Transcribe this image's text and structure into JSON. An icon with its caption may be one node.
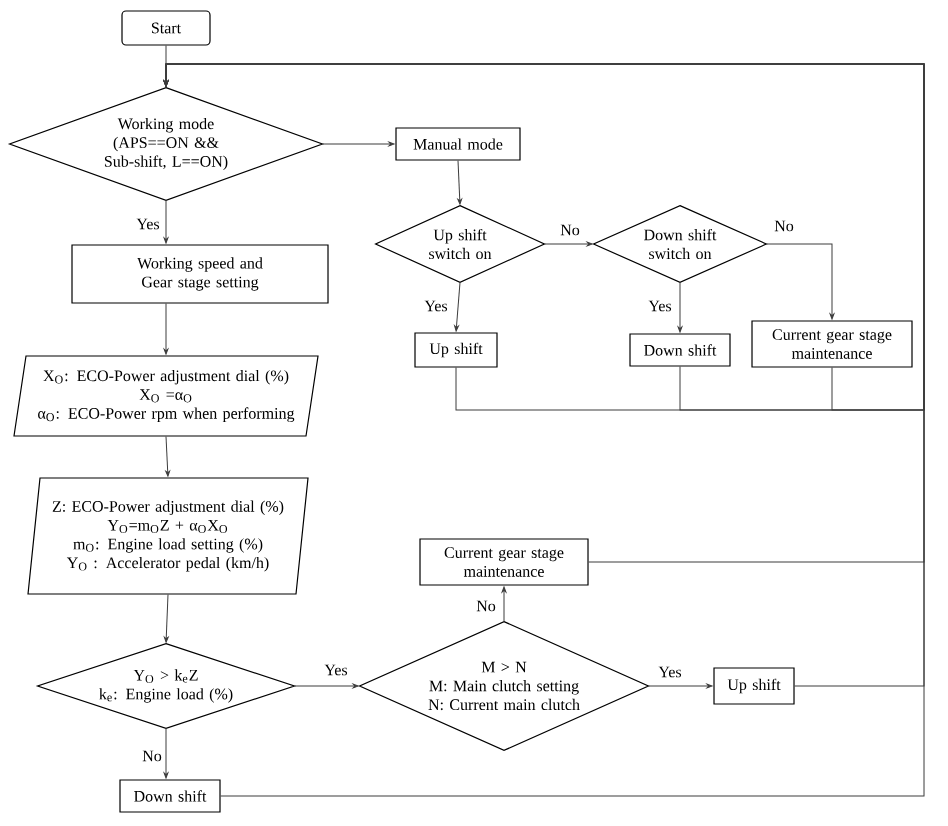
{
  "diagram": {
    "nodes": [
      {
        "text": [
          "Start"
        ]
      },
      {
        "text": [
          "Working mode",
          "(APS==ON && Sub-shift, L==ON)"
        ]
      },
      {
        "text": [
          "Manual mode"
        ]
      },
      {
        "text": [
          "Up shift switch on"
        ]
      },
      {
        "text": [
          "Down shift switch on"
        ]
      },
      {
        "text": [
          "Up shift"
        ]
      },
      {
        "text": [
          "Down shift"
        ]
      },
      {
        "text": [
          "Current gear stage maintenance"
        ]
      },
      {
        "text": [
          "Working speed and Gear stage setting"
        ]
      },
      {
        "text": [
          "X$_{O}$: ECO-Power adjustment dial (%)",
          "X$_{O}$ =α$_{O}$",
          "α$_{O}$: ECO-Power rpm when performing"
        ]
      },
      {
        "text": [
          "Z: ECO-Power adjustment dial (%)",
          "Y$_{O}$=m$_{O}$Z + α$_{O}$X$_{O}$",
          "m$_{O}$: Engine load setting (%)",
          "Y$_{O}$ : Accelerator pedal (km/h)"
        ]
      },
      {
        "text": [
          "Y$_{O}$ > k$_{e}$Z",
          "k$_{e}$: Engine load (%)"
        ]
      },
      {
        "text": [
          "Current gear stage maintenance"
        ]
      },
      {
        "text": [
          "M > N",
          "M: Main clutch setting",
          "N: Current main clutch"
        ]
      },
      {
        "text": [
          "Up shift"
        ]
      },
      {
        "text": [
          "Down shift"
        ]
      }
    ],
    "edges": [
      {
        "from": 0,
        "to": 1,
        "arrow": "to"
      },
      {
        "from": 1,
        "to": 8,
        "arrow": "to",
        "label": "Yes"
      },
      {
        "from": 1,
        "to": 2,
        "arrow": "to"
      },
      {
        "from": 2,
        "to": 3,
        "arrow": "to"
      },
      {
        "from": 3,
        "to": 4,
        "arrow": "to",
        "label": "No"
      },
      {
        "from": 3,
        "to": 5,
        "arrow": "to",
        "label": "Yes"
      },
      {
        "from": 4,
        "to": 6,
        "arrow": "to",
        "label": "Yes"
      },
      {
        "from": 4,
        "to": 7,
        "arrow": "to",
        "label": "No"
      },
      {
        "from": 8,
        "to": 9,
        "arrow": "to"
      },
      {
        "from": 9,
        "to": 10,
        "arrow": "to"
      },
      {
        "from": 10,
        "to": 11,
        "arrow": "to"
      },
      {
        "from": 11,
        "to": 13,
        "arrow": "to",
        "label": "Yes"
      },
      {
        "from": 11,
        "to": 15,
        "arrow": "to",
        "label": "No"
      },
      {
        "from": 13,
        "to": 12,
        "arrow": "to",
        "label": "No"
      },
      {
        "from": 13,
        "to": 14,
        "arrow": "to",
        "label": "Yes"
      },
      {
        "from": 5,
        "to": 1,
        "arrow": "to"
      },
      {
        "from": 6,
        "to": 1,
        "arrow": "to"
      },
      {
        "from": 7,
        "to": 1,
        "arrow": "to"
      },
      {
        "from": 12,
        "to": 1,
        "arrow": "to"
      },
      {
        "from": 14,
        "to": 1,
        "arrow": "to"
      },
      {
        "from": 15,
        "to": 1,
        "arrow": "to"
      }
    ]
  }
}
